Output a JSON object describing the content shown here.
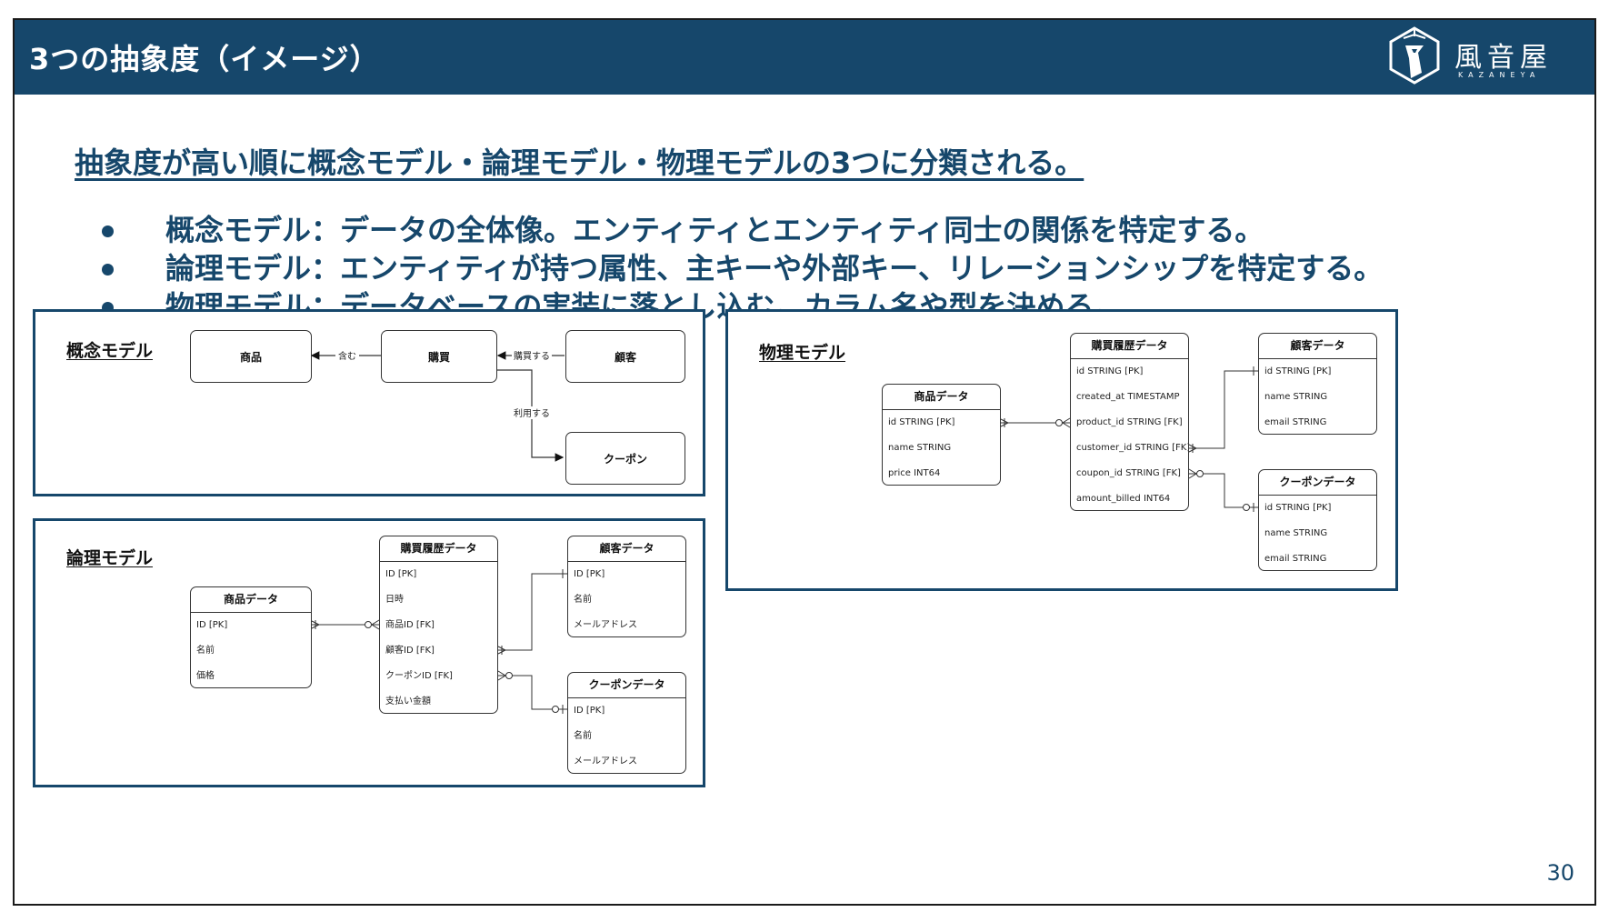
{
  "header": {
    "title": "3つの抽象度（イメージ）",
    "logo_text": "風音屋",
    "logo_sub": "KAZANEYA"
  },
  "subtitle": "抽象度が高い順に概念モデル・論理モデル・物理モデルの3つに分類される。",
  "bullets": [
    "概念モデル：データの全体像。エンティティとエンティティ同士の関係を特定する。",
    "論理モデル：エンティティが持つ属性、主キーや外部キー、リレーションシップを特定する。",
    "物理モデル：データベースの実装に落とし込む。カラム名や型を決める。"
  ],
  "conceptual": {
    "title": "概念モデル",
    "entities": {
      "product": "商品",
      "purchase": "購買",
      "customer": "顧客",
      "coupon": "クーポン"
    },
    "relations": {
      "contains": "含む",
      "buys": "購買する",
      "uses": "利用する"
    }
  },
  "logical": {
    "title": "論理モデル",
    "product": {
      "name": "商品データ",
      "fields": [
        "ID [PK]",
        "名前",
        "価格"
      ]
    },
    "purchase": {
      "name": "購買履歴データ",
      "fields": [
        "ID [PK]",
        "日時",
        "商品ID [FK]",
        "顧客ID [FK]",
        "クーポンID [FK]",
        "支払い金額"
      ]
    },
    "customer": {
      "name": "顧客データ",
      "fields": [
        "ID [PK]",
        "名前",
        "メールアドレス"
      ]
    },
    "coupon": {
      "name": "クーポンデータ",
      "fields": [
        "ID [PK]",
        "名前",
        "メールアドレス"
      ]
    }
  },
  "physical": {
    "title": "物理モデル",
    "product": {
      "name": "商品データ",
      "fields": [
        "id STRING [PK]",
        "name STRING",
        "price INT64"
      ]
    },
    "purchase": {
      "name": "購買履歴データ",
      "fields": [
        "id STRING [PK]",
        "created_at TIMESTAMP",
        "product_id STRING [FK]",
        "customer_id STRING [FK]",
        "coupon_id STRING [FK]",
        "amount_billed INT64"
      ]
    },
    "customer": {
      "name": "顧客データ",
      "fields": [
        "id STRING [PK]",
        "name STRING",
        "email STRING"
      ]
    },
    "coupon": {
      "name": "クーポンデータ",
      "fields": [
        "id STRING [PK]",
        "name STRING",
        "email STRING"
      ]
    }
  },
  "page_number": "30",
  "colors": {
    "primary": "#16476b",
    "text_on_primary": "#ffffff",
    "line": "#333333"
  }
}
